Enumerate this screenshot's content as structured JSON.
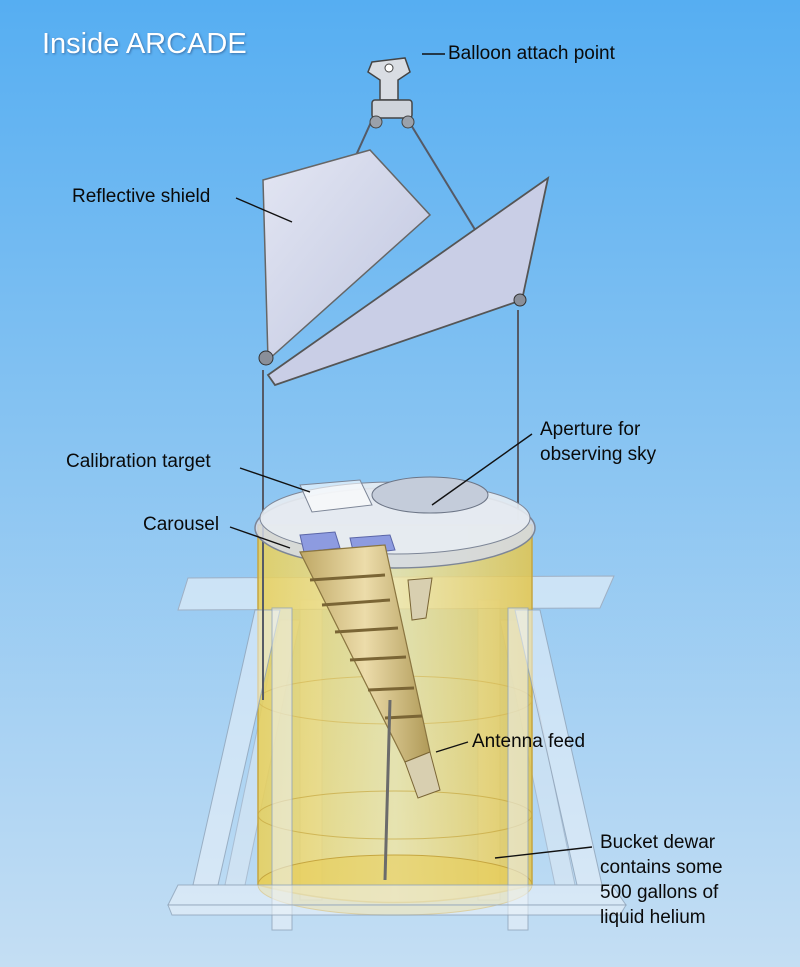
{
  "title": "Inside ARCADE",
  "labels": {
    "balloon_attach_point": "Balloon attach point",
    "reflective_shield": "Reflective shield",
    "aperture_line1": "Aperture for",
    "aperture_line2": "observing sky",
    "calibration_target": "Calibration target",
    "carousel": "Carousel",
    "antenna_feed": "Antenna feed",
    "bucket_line1": "Bucket dewar",
    "bucket_line2": "contains some",
    "bucket_line3": "500 gallons of",
    "bucket_line4": "liquid helium"
  },
  "colors": {
    "sky_top": "#56aef2",
    "sky_bottom": "#c4def3",
    "dewar_fill": "#f2da66",
    "shield_fill": "#cdd3ea",
    "frame_fill": "#dfe8f2"
  }
}
